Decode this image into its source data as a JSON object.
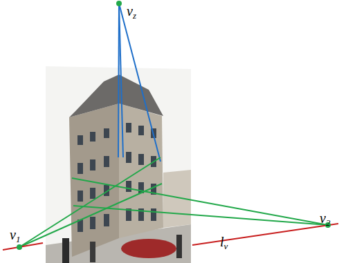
{
  "diagram": {
    "labels": [
      "vz",
      "v1",
      "v2",
      "lv"
    ]
  }
}
